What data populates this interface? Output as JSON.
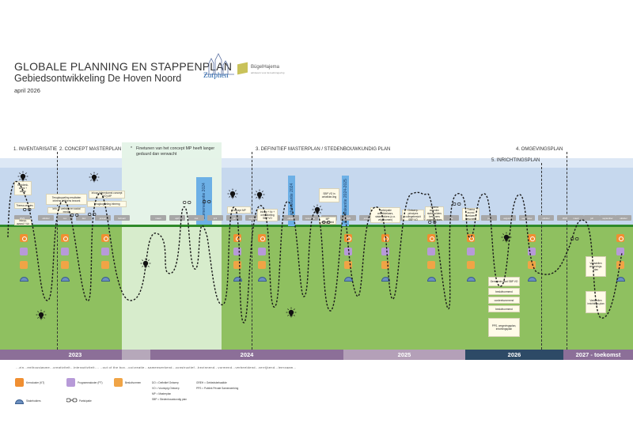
{
  "header": {
    "title": "GLOBALE PLANNING EN STAPPENPLAN",
    "subtitle": "Gebiedsontwikkeling De Hoven Noord",
    "date": "april 2026"
  },
  "logos": {
    "zutphen": "Zutphen",
    "bugelhajema": "BügelHajema",
    "bugelhajema_sub": "adviseurs voor de leefomgeving"
  },
  "phases": [
    "1. INVENTARISATIE",
    "2. CONCEPT MASTERPLAN",
    "3. DEFINITIEF MASTERPLAN / STEDENBOUWKUNDIG PLAN",
    "4. OMGEVINGSPLAN",
    "5. INRICHTINGSPLAN"
  ],
  "note": {
    "bullet": "*",
    "text": "Finetunen van het concept MP heeft langer geduurd dan verwacht"
  },
  "cards": [
    "meedenk-week + aftrap",
    "Thema-sessies",
    "inloop-avond + t/z",
    "Terugkoppeling resultaten inbreng + tijdens bezoek",
    "Info op website en social media",
    "Inloop-bijeenkomst concept (VO) MP",
    "Terugkoppeling inbreng",
    "Concept MP",
    "Inloop + t/z + ontwikkeling SBP VO",
    "SBP VO in ontwikke-ling",
    "MP vastgesteld",
    "Participatie ontwikkelaars, stakeholders (o.a. vrijgekomen)",
    "Ontwerp-principes collegebesluit SBP VO",
    "Thema avonden stakeholders bewoners ontwikkelaars",
    "Thema avond verkeer bewoners",
    "Gemeente raad SBP VO",
    "besluitvormend",
    "oordeelsvormend",
    "besluitvormend",
    "PPS, omgevingsplan, inrichtingsplan",
    "Vaststellen omgevings-plan",
    "Vaststellen inrichtings-plan"
  ],
  "vbars": [
    "Zomervakantie 2024",
    "Herfstvakantie 2024",
    "Kerstvakantie 2024-2025"
  ],
  "months": [
    "2023",
    "oktober",
    "nov",
    "dec",
    "januari",
    "februari",
    "maart",
    "april",
    "mei",
    "juni",
    "juli",
    "augustus",
    "september",
    "oktober",
    "november",
    "december",
    "2025",
    "januari",
    "februari",
    "maart",
    "april",
    "mei",
    "juni",
    "juli",
    "augustus",
    "september",
    "oktober",
    "2026",
    "maart",
    "juli",
    "september",
    "oktober",
    "2027",
    "Q1",
    "Q2",
    "Q3"
  ],
  "years": [
    "2023",
    "2024",
    "2025",
    "2026",
    "2027 - toekomst"
  ],
  "slogan": "...zin...enthousiasme...creativiteit...interactiviteit.... ..out of the box...co/creatie...samenwerkend...constructief...bezinnend...vormend...verbeeldend...verrijkend...leerzaam...",
  "legend": {
    "items": [
      "Kerncluster (KT)",
      "Programmaluster (PT)",
      "Besluitvormen",
      "Stakeholders",
      "Participatie"
    ],
    "abbreviations": [
      "DO = Definitief Ontwerp",
      "VO = Voorlopig Ontwerp",
      "MP = Masterplan",
      "SBP = Stedenbouwkundig plan",
      "GREH = Gebiedsbehaaltde",
      "PPS = Publiek Private Samenwerking"
    ]
  },
  "colors": {
    "sky": "#c6d8ee",
    "grass": "#8fc060",
    "year_2023": "#8c6f98",
    "year_2024": "#b08bae",
    "year_2025": "#b4a0b8",
    "year_2026": "#2d4a66",
    "year_2027": "#8c6f98",
    "accent_orange": "#f08f32",
    "accent_purple": "#b79ad8"
  }
}
